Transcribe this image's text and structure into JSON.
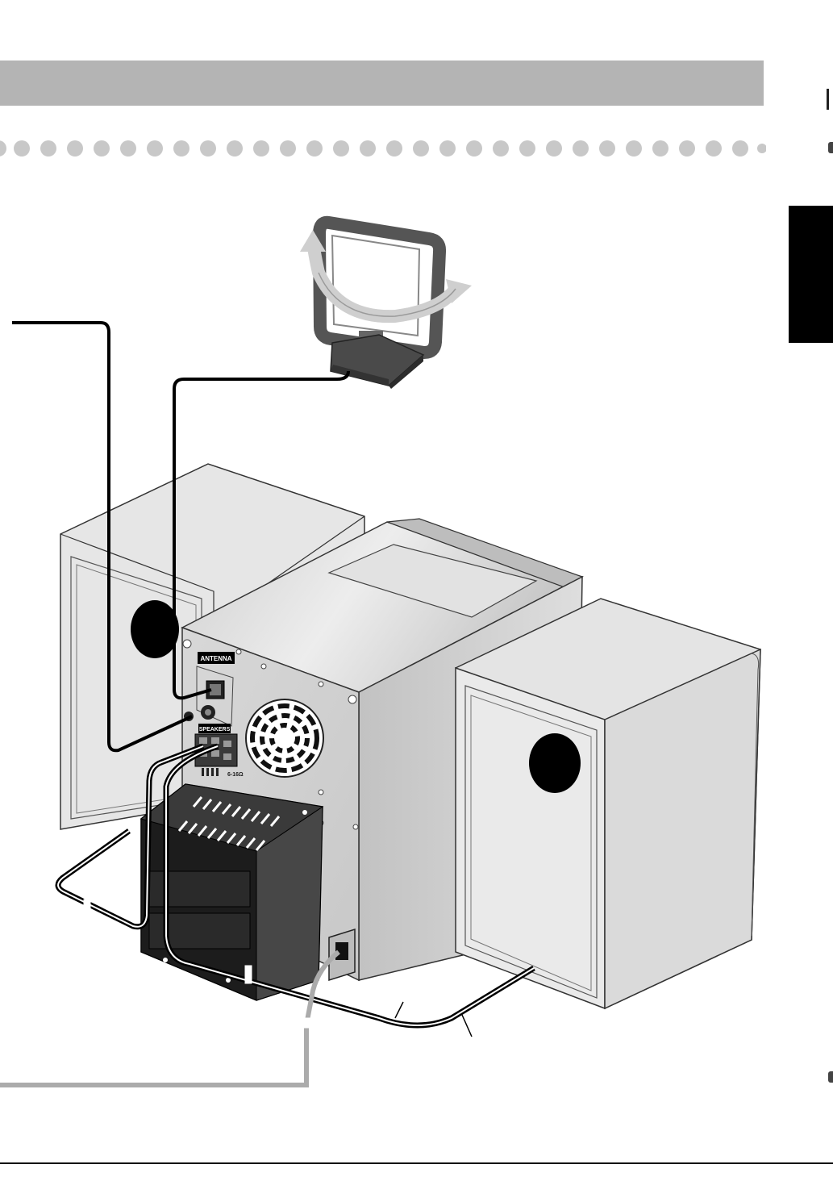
{
  "header": {
    "title": ""
  },
  "panel_labels": {
    "antenna": "ANTENNA",
    "speakers": "SPEAKERS",
    "impedance": "6-16Ω"
  },
  "colors": {
    "header_bar": "#b4b4b4",
    "dots": "#c8c8c8",
    "side_tab": "#000000",
    "unit_body": "#d4d4d4",
    "speaker_box": "#e6e6e6",
    "fm_antenna_wire": "#ababab"
  },
  "icons": [
    "am-loop-antenna-icon",
    "rotation-arrow-icon",
    "cooling-fan-icon",
    "power-socket-icon"
  ]
}
